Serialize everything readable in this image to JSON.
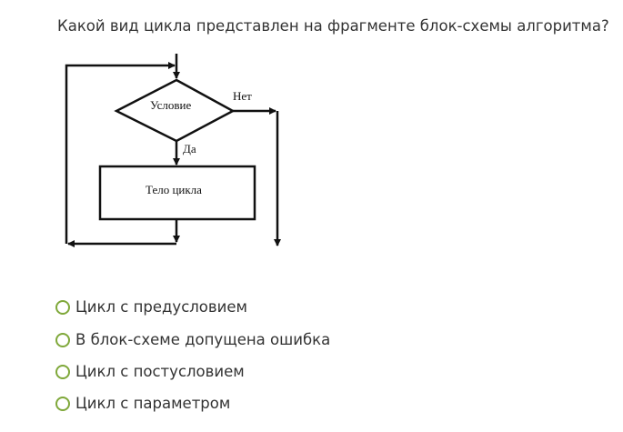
{
  "question": "Какой вид цикла представлен на фрагменте блок-схемы алгоритма?",
  "diagram": {
    "condition": "Условие",
    "no_label": "Нет",
    "yes_label": "Да",
    "body": "Тело цикла"
  },
  "options": [
    {
      "label": "Цикл с предусловием",
      "selected": false
    },
    {
      "label": "В блок-схеме допущена ошибка",
      "selected": false
    },
    {
      "label": "Цикл с постусловием",
      "selected": false
    },
    {
      "label": "Цикл с параметром",
      "selected": false
    }
  ],
  "colors": {
    "radio": "#7fa83a"
  }
}
